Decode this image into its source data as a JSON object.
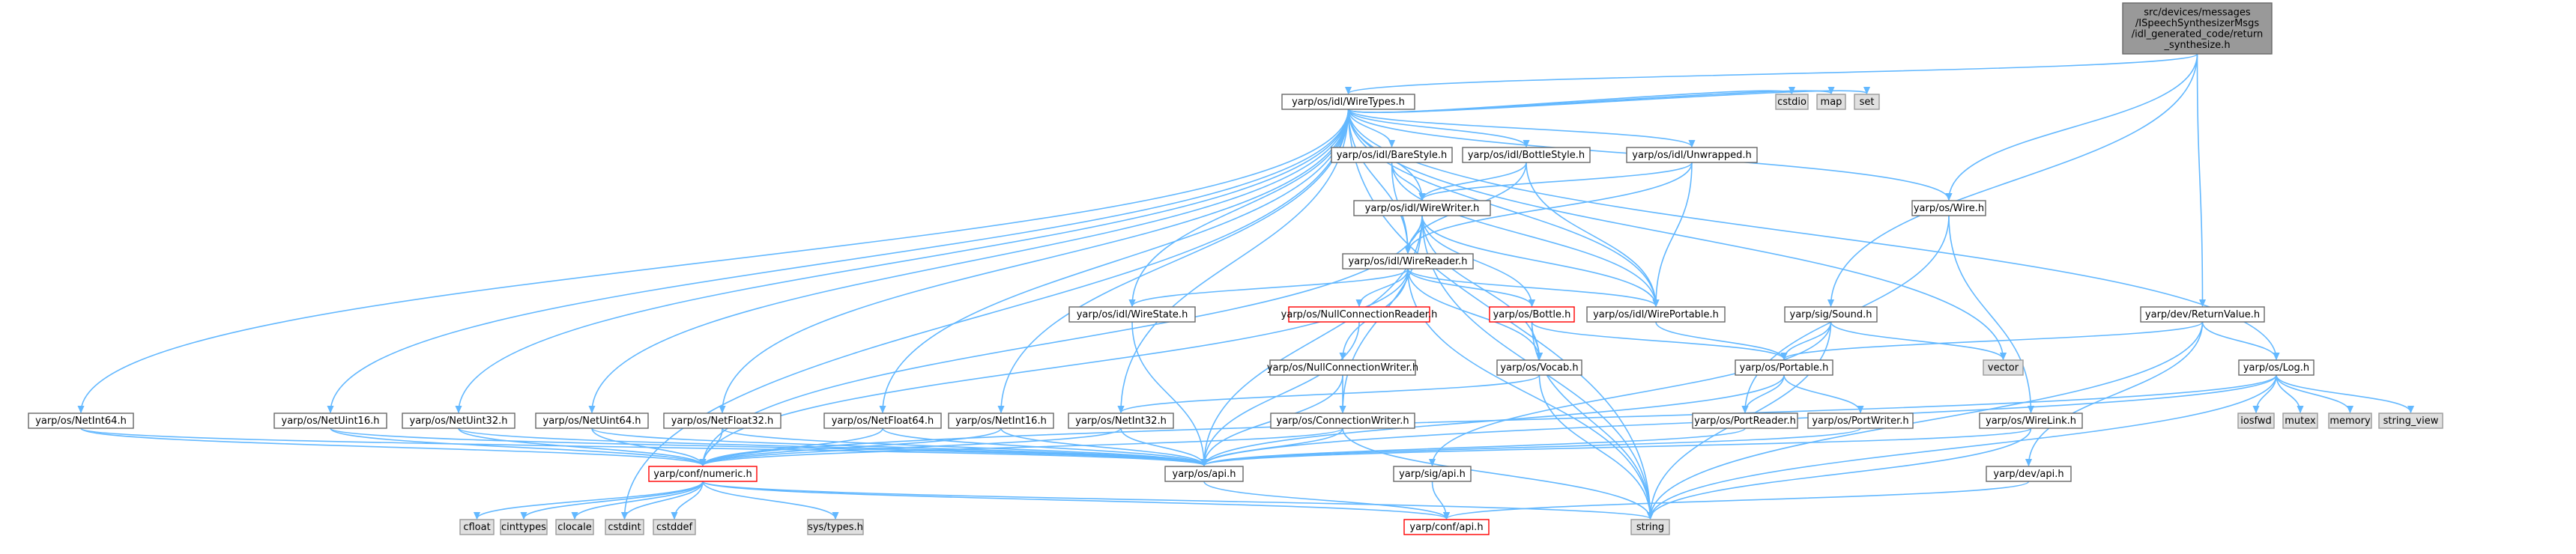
{
  "colors": {
    "edge": "#63b8ff",
    "normal_fill": "#ffffff",
    "normal_stroke": "#666666",
    "error_fill": "#ffffff",
    "error_stroke": "#ff0000",
    "system_fill": "#e0e0e0",
    "system_stroke": "#999999",
    "root_fill": "#999999",
    "root_stroke": "#666666"
  },
  "nodes": [
    {
      "id": "root",
      "lines": [
        "src/devices/messages",
        "/ISpeechSynthesizerMsgs",
        "/idl_generated_code/return",
        "_synthesize.h"
      ],
      "kind": "root"
    },
    {
      "id": "wiretypes",
      "lines": [
        "yarp/os/idl/WireTypes.h"
      ],
      "kind": "normal"
    },
    {
      "id": "barestyle",
      "lines": [
        "yarp/os/idl/BareStyle.h"
      ],
      "kind": "normal"
    },
    {
      "id": "bottlestyle",
      "lines": [
        "yarp/os/idl/BottleStyle.h"
      ],
      "kind": "normal"
    },
    {
      "id": "unwrapped",
      "lines": [
        "yarp/os/idl/Unwrapped.h"
      ],
      "kind": "normal"
    },
    {
      "id": "cstdio",
      "lines": [
        "cstdio"
      ],
      "kind": "system"
    },
    {
      "id": "map",
      "lines": [
        "map"
      ],
      "kind": "system"
    },
    {
      "id": "set",
      "lines": [
        "set"
      ],
      "kind": "system"
    },
    {
      "id": "wire",
      "lines": [
        "yarp/os/Wire.h"
      ],
      "kind": "normal"
    },
    {
      "id": "wirewriter",
      "lines": [
        "yarp/os/idl/WireWriter.h"
      ],
      "kind": "normal"
    },
    {
      "id": "wirereader",
      "lines": [
        "yarp/os/idl/WireReader.h"
      ],
      "kind": "normal"
    },
    {
      "id": "wirestate",
      "lines": [
        "yarp/os/idl/WireState.h"
      ],
      "kind": "normal"
    },
    {
      "id": "nullconnreader",
      "lines": [
        "yarp/os/NullConnectionReader.h"
      ],
      "kind": "error"
    },
    {
      "id": "bottle",
      "lines": [
        "yarp/os/Bottle.h"
      ],
      "kind": "error"
    },
    {
      "id": "wireportable",
      "lines": [
        "yarp/os/idl/WirePortable.h"
      ],
      "kind": "normal"
    },
    {
      "id": "sigsound",
      "lines": [
        "yarp/sig/Sound.h"
      ],
      "kind": "normal"
    },
    {
      "id": "returnvalue",
      "lines": [
        "yarp/dev/ReturnValue.h"
      ],
      "kind": "normal"
    },
    {
      "id": "nullconnwriter",
      "lines": [
        "yarp/os/NullConnectionWriter.h"
      ],
      "kind": "normal"
    },
    {
      "id": "vocab",
      "lines": [
        "yarp/os/Vocab.h"
      ],
      "kind": "normal"
    },
    {
      "id": "portable",
      "lines": [
        "yarp/os/Portable.h"
      ],
      "kind": "normal"
    },
    {
      "id": "vector",
      "lines": [
        "vector"
      ],
      "kind": "system"
    },
    {
      "id": "log",
      "lines": [
        "yarp/os/Log.h"
      ],
      "kind": "normal"
    },
    {
      "id": "netint64",
      "lines": [
        "yarp/os/NetInt64.h"
      ],
      "kind": "normal"
    },
    {
      "id": "netuint16",
      "lines": [
        "yarp/os/NetUint16.h"
      ],
      "kind": "normal"
    },
    {
      "id": "netuint32",
      "lines": [
        "yarp/os/NetUint32.h"
      ],
      "kind": "normal"
    },
    {
      "id": "netuint64",
      "lines": [
        "yarp/os/NetUint64.h"
      ],
      "kind": "normal"
    },
    {
      "id": "netfloat32",
      "lines": [
        "yarp/os/NetFloat32.h"
      ],
      "kind": "normal"
    },
    {
      "id": "netfloat64",
      "lines": [
        "yarp/os/NetFloat64.h"
      ],
      "kind": "normal"
    },
    {
      "id": "netint16",
      "lines": [
        "yarp/os/NetInt16.h"
      ],
      "kind": "normal"
    },
    {
      "id": "netint32",
      "lines": [
        "yarp/os/NetInt32.h"
      ],
      "kind": "normal"
    },
    {
      "id": "connwriter",
      "lines": [
        "yarp/os/ConnectionWriter.h"
      ],
      "kind": "normal"
    },
    {
      "id": "portreader",
      "lines": [
        "yarp/os/PortReader.h"
      ],
      "kind": "normal"
    },
    {
      "id": "portwriter",
      "lines": [
        "yarp/os/PortWriter.h"
      ],
      "kind": "normal"
    },
    {
      "id": "wirelink",
      "lines": [
        "yarp/os/WireLink.h"
      ],
      "kind": "normal"
    },
    {
      "id": "iosfwd",
      "lines": [
        "iosfwd"
      ],
      "kind": "system"
    },
    {
      "id": "mutex",
      "lines": [
        "mutex"
      ],
      "kind": "system"
    },
    {
      "id": "memory",
      "lines": [
        "memory"
      ],
      "kind": "system"
    },
    {
      "id": "string_view",
      "lines": [
        "string_view"
      ],
      "kind": "system"
    },
    {
      "id": "confnumeric",
      "lines": [
        "yarp/conf/numeric.h"
      ],
      "kind": "error"
    },
    {
      "id": "osapi",
      "lines": [
        "yarp/os/api.h"
      ],
      "kind": "normal"
    },
    {
      "id": "sigapi",
      "lines": [
        "yarp/sig/api.h"
      ],
      "kind": "normal"
    },
    {
      "id": "devapi",
      "lines": [
        "yarp/dev/api.h"
      ],
      "kind": "normal"
    },
    {
      "id": "cfloat",
      "lines": [
        "cfloat"
      ],
      "kind": "system"
    },
    {
      "id": "cinttypes",
      "lines": [
        "cinttypes"
      ],
      "kind": "system"
    },
    {
      "id": "clocale",
      "lines": [
        "clocale"
      ],
      "kind": "system"
    },
    {
      "id": "cstdint",
      "lines": [
        "cstdint"
      ],
      "kind": "system"
    },
    {
      "id": "cstddef",
      "lines": [
        "cstddef"
      ],
      "kind": "system"
    },
    {
      "id": "systypes",
      "lines": [
        "sys/types.h"
      ],
      "kind": "system"
    },
    {
      "id": "confapi",
      "lines": [
        "yarp/conf/api.h"
      ],
      "kind": "error"
    },
    {
      "id": "string",
      "lines": [
        "string"
      ],
      "kind": "system"
    }
  ],
  "edges": [
    [
      "root",
      "wiretypes"
    ],
    [
      "root",
      "wire"
    ],
    [
      "root",
      "sigsound"
    ],
    [
      "root",
      "returnvalue"
    ],
    [
      "wiretypes",
      "barestyle"
    ],
    [
      "wiretypes",
      "bottlestyle"
    ],
    [
      "wiretypes",
      "unwrapped"
    ],
    [
      "wiretypes",
      "cstdio"
    ],
    [
      "wiretypes",
      "map"
    ],
    [
      "wiretypes",
      "set"
    ],
    [
      "wiretypes",
      "vector"
    ],
    [
      "wiretypes",
      "wire"
    ],
    [
      "wiretypes",
      "log"
    ],
    [
      "wiretypes",
      "string"
    ],
    [
      "wiretypes",
      "cstdint"
    ],
    [
      "wiretypes",
      "wirewriter"
    ],
    [
      "wiretypes",
      "wirereader"
    ],
    [
      "wiretypes",
      "wirestate"
    ],
    [
      "wiretypes",
      "wireportable"
    ],
    [
      "wiretypes",
      "netint64"
    ],
    [
      "wiretypes",
      "netuint16"
    ],
    [
      "wiretypes",
      "netuint32"
    ],
    [
      "wiretypes",
      "netuint64"
    ],
    [
      "wiretypes",
      "netfloat32"
    ],
    [
      "wiretypes",
      "netfloat64"
    ],
    [
      "wiretypes",
      "netint16"
    ],
    [
      "wiretypes",
      "netint32"
    ],
    [
      "barestyle",
      "wirewriter"
    ],
    [
      "barestyle",
      "wirereader"
    ],
    [
      "barestyle",
      "wireportable"
    ],
    [
      "bottlestyle",
      "wirewriter"
    ],
    [
      "bottlestyle",
      "wirereader"
    ],
    [
      "bottlestyle",
      "wireportable"
    ],
    [
      "unwrapped",
      "wirewriter"
    ],
    [
      "unwrapped",
      "wirereader"
    ],
    [
      "unwrapped",
      "wireportable"
    ],
    [
      "wirewriter",
      "wirereader"
    ],
    [
      "wirewriter",
      "wireportable"
    ],
    [
      "wirewriter",
      "bottle"
    ],
    [
      "wirewriter",
      "vocab"
    ],
    [
      "wirewriter",
      "connwriter"
    ],
    [
      "wirewriter",
      "osapi"
    ],
    [
      "wirewriter",
      "confnumeric"
    ],
    [
      "wirewriter",
      "string"
    ],
    [
      "wirereader",
      "wirestate"
    ],
    [
      "wirereader",
      "nullconnreader"
    ],
    [
      "wirereader",
      "bottle"
    ],
    [
      "wirereader",
      "wireportable"
    ],
    [
      "wirereader",
      "nullconnwriter"
    ],
    [
      "wirereader",
      "vocab"
    ],
    [
      "wirereader",
      "confnumeric"
    ],
    [
      "wirereader",
      "string"
    ],
    [
      "wirestate",
      "osapi"
    ],
    [
      "nullconnreader",
      "osapi"
    ],
    [
      "bottle",
      "vocab"
    ],
    [
      "bottle",
      "portable"
    ],
    [
      "bottle",
      "string"
    ],
    [
      "wireportable",
      "portable"
    ],
    [
      "sigsound",
      "portable"
    ],
    [
      "sigsound",
      "vector"
    ],
    [
      "sigsound",
      "sigapi"
    ],
    [
      "sigsound",
      "string"
    ],
    [
      "returnvalue",
      "portable"
    ],
    [
      "returnvalue",
      "log"
    ],
    [
      "returnvalue",
      "devapi"
    ],
    [
      "returnvalue",
      "string"
    ],
    [
      "nullconnwriter",
      "connwriter"
    ],
    [
      "nullconnwriter",
      "osapi"
    ],
    [
      "vocab",
      "netint32"
    ],
    [
      "vocab",
      "string"
    ],
    [
      "portable",
      "portreader"
    ],
    [
      "portable",
      "portwriter"
    ],
    [
      "portable",
      "osapi"
    ],
    [
      "wire",
      "portreader"
    ],
    [
      "wire",
      "wirelink"
    ],
    [
      "log",
      "iosfwd"
    ],
    [
      "log",
      "mutex"
    ],
    [
      "log",
      "memory"
    ],
    [
      "log",
      "string_view"
    ],
    [
      "log",
      "osapi"
    ],
    [
      "log",
      "confnumeric"
    ],
    [
      "log",
      "string"
    ],
    [
      "netint64",
      "osapi"
    ],
    [
      "netint64",
      "confnumeric"
    ],
    [
      "netuint16",
      "osapi"
    ],
    [
      "netuint16",
      "confnumeric"
    ],
    [
      "netuint32",
      "osapi"
    ],
    [
      "netuint32",
      "confnumeric"
    ],
    [
      "netuint64",
      "osapi"
    ],
    [
      "netuint64",
      "confnumeric"
    ],
    [
      "netfloat32",
      "osapi"
    ],
    [
      "netfloat32",
      "confnumeric"
    ],
    [
      "netfloat64",
      "osapi"
    ],
    [
      "netfloat64",
      "confnumeric"
    ],
    [
      "netint16",
      "osapi"
    ],
    [
      "netint16",
      "confnumeric"
    ],
    [
      "netint32",
      "osapi"
    ],
    [
      "netint32",
      "confnumeric"
    ],
    [
      "connwriter",
      "osapi"
    ],
    [
      "connwriter",
      "confnumeric"
    ],
    [
      "connwriter",
      "string"
    ],
    [
      "portreader",
      "osapi"
    ],
    [
      "portwriter",
      "osapi"
    ],
    [
      "wirelink",
      "osapi"
    ],
    [
      "wirelink",
      "string"
    ],
    [
      "confnumeric",
      "cfloat"
    ],
    [
      "confnumeric",
      "cinttypes"
    ],
    [
      "confnumeric",
      "clocale"
    ],
    [
      "confnumeric",
      "cstdint"
    ],
    [
      "confnumeric",
      "cstddef"
    ],
    [
      "confnumeric",
      "systypes"
    ],
    [
      "confnumeric",
      "confapi"
    ],
    [
      "confnumeric",
      "string"
    ],
    [
      "osapi",
      "confapi"
    ],
    [
      "sigapi",
      "confapi"
    ],
    [
      "devapi",
      "confapi"
    ]
  ]
}
